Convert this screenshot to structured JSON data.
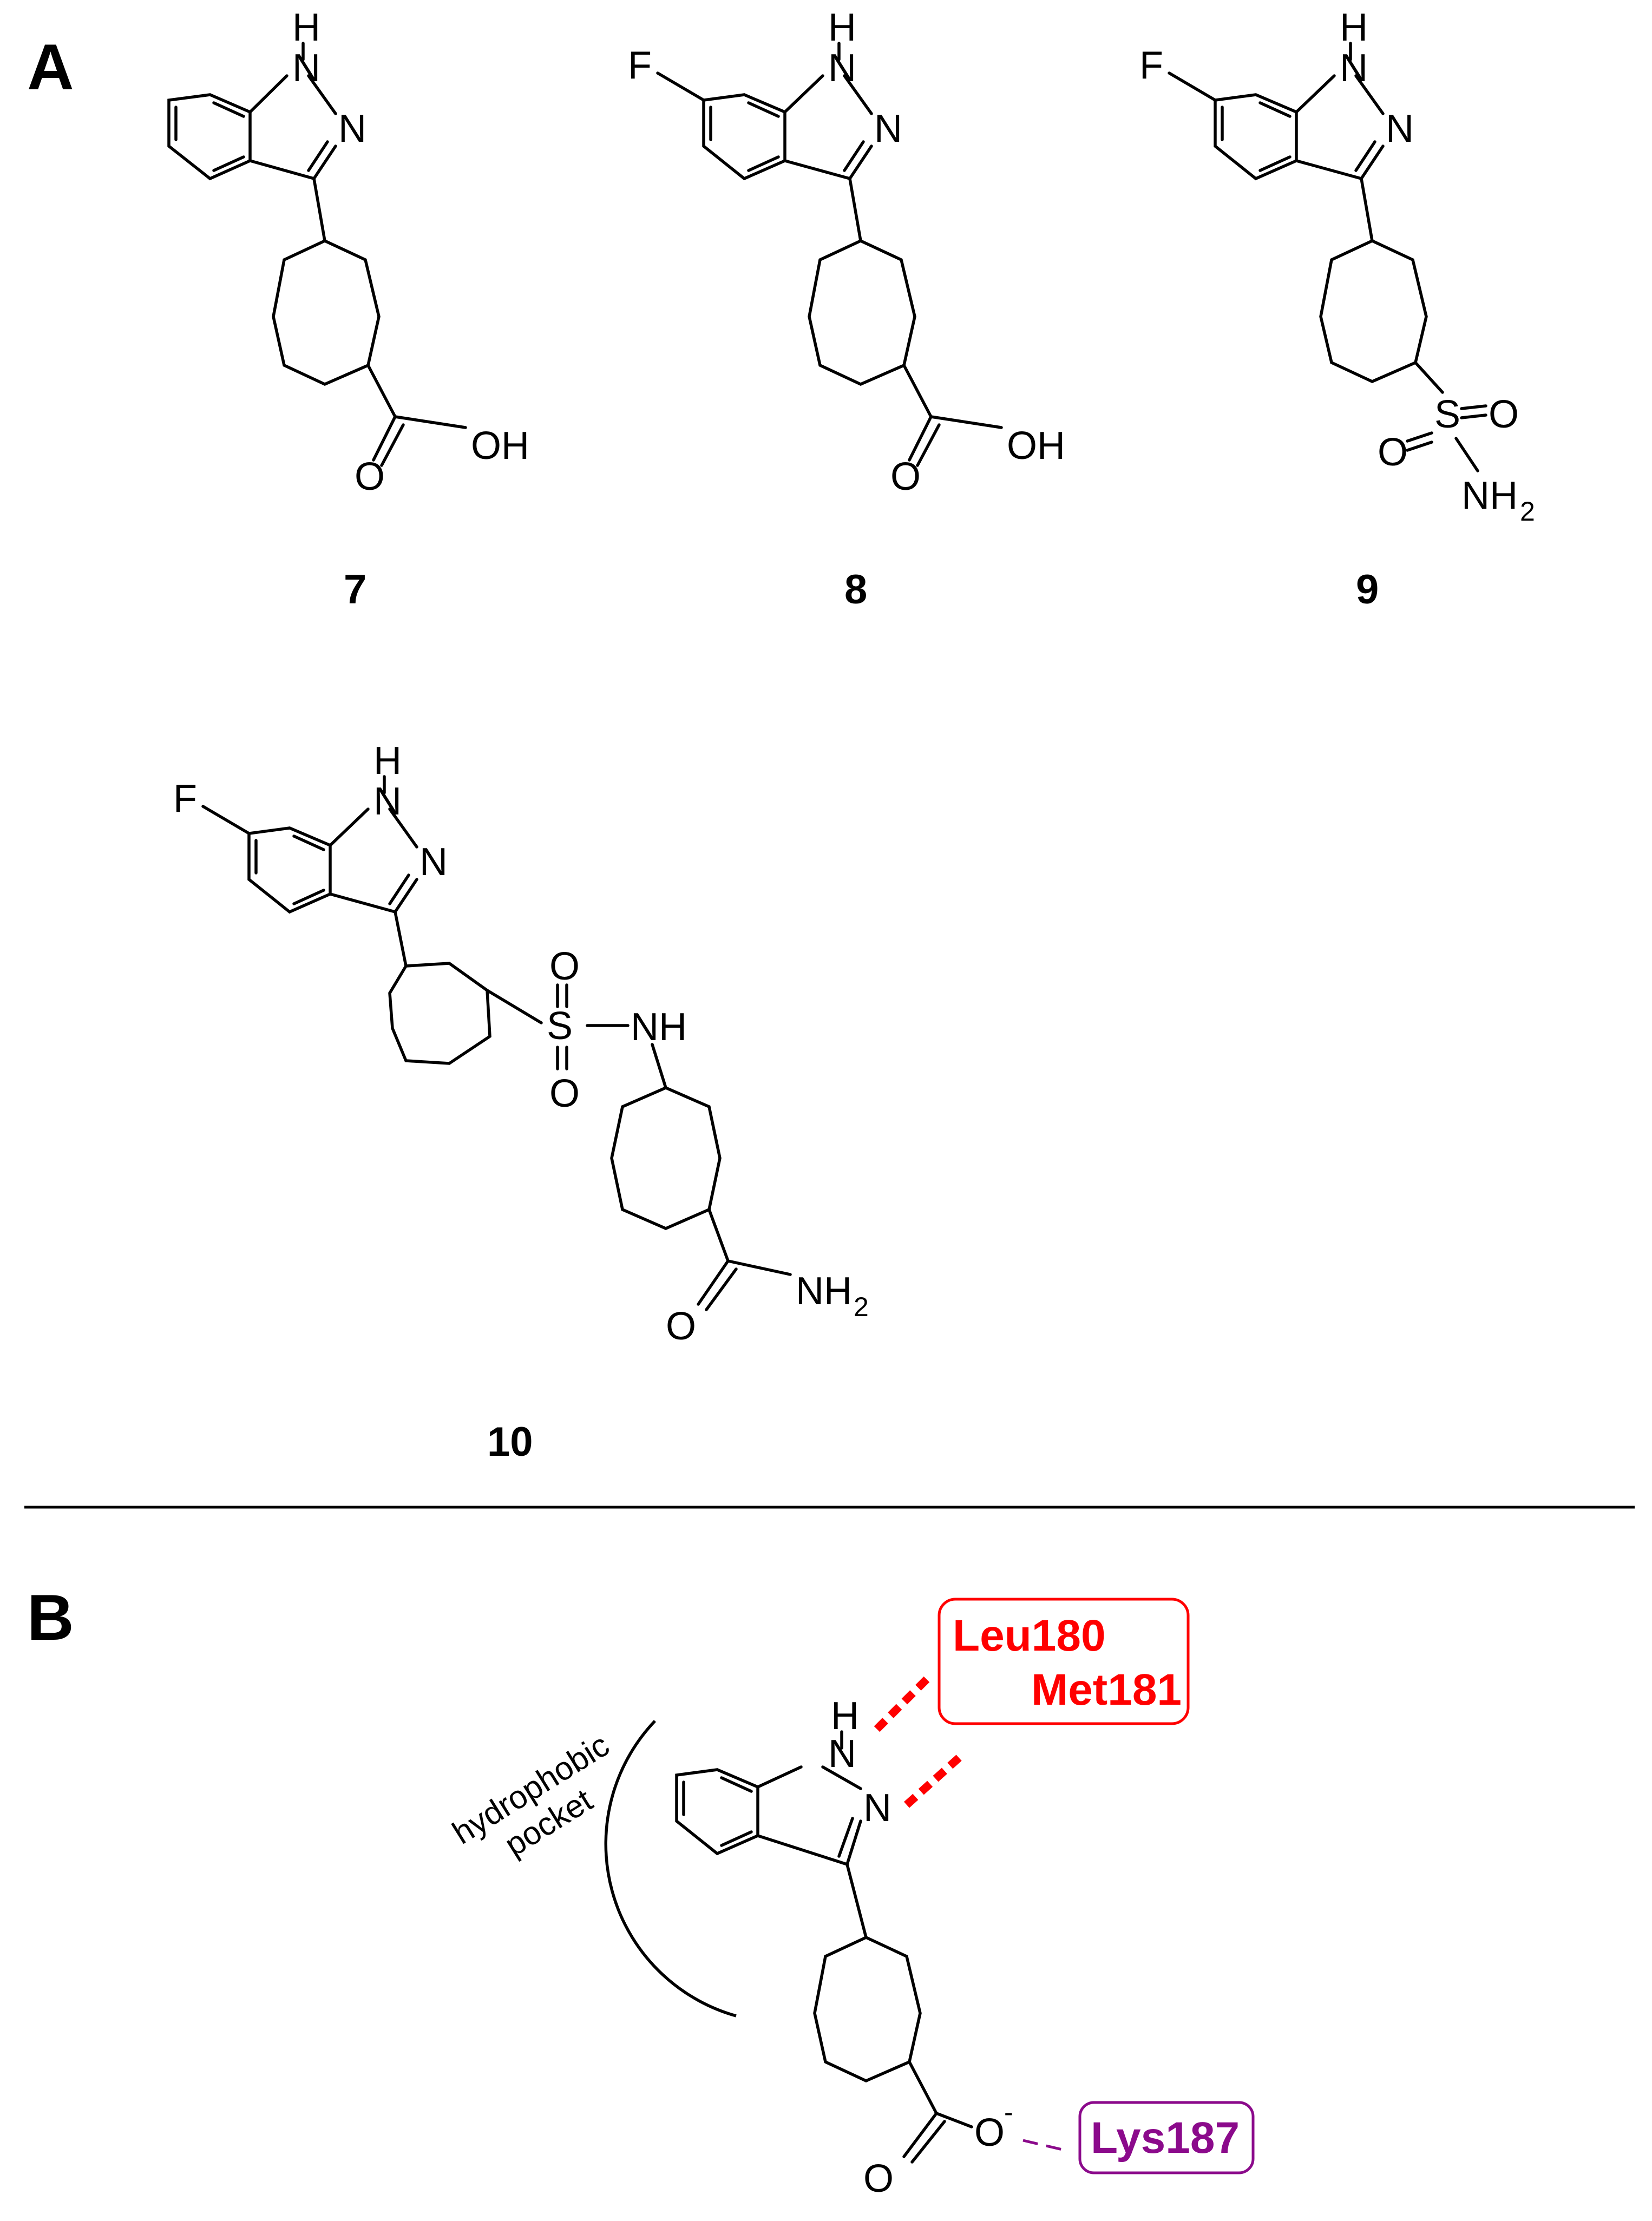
{
  "panel_a": {
    "label": "A",
    "compounds": [
      {
        "id": "7",
        "labels": {
          "H": "H",
          "NH": "N",
          "N": "N",
          "O": "O",
          "OH": "OH"
        }
      },
      {
        "id": "8",
        "labels": {
          "F": "F",
          "H": "H",
          "NH": "N",
          "N": "N",
          "O": "O",
          "OH": "OH"
        }
      },
      {
        "id": "9",
        "labels": {
          "F": "F",
          "H": "H",
          "NH": "N",
          "N": "N",
          "S": "S",
          "O1": "O",
          "O2": "O",
          "NH2": "NH",
          "NH2_sub": "2"
        }
      },
      {
        "id": "10",
        "labels": {
          "F": "F",
          "H": "H",
          "NH": "N",
          "N": "N",
          "S": "S",
          "O1": "O",
          "O2": "O",
          "NHlink": "NH",
          "O": "O",
          "NH2": "NH",
          "NH2_sub": "2"
        }
      }
    ]
  },
  "panel_b": {
    "label": "B",
    "pocket_line1": "hydrophobic",
    "pocket_line2": "pocket",
    "hinge_res1": "Leu180",
    "hinge_res2": "Met181",
    "lys_res": "Lys187",
    "labels": {
      "H": "H",
      "NH": "N",
      "N": "N",
      "O": "O",
      "Ominus": "O",
      "charge": "-"
    },
    "colors": {
      "hinge": "#ff0000",
      "lys": "#8b0a8b"
    }
  }
}
